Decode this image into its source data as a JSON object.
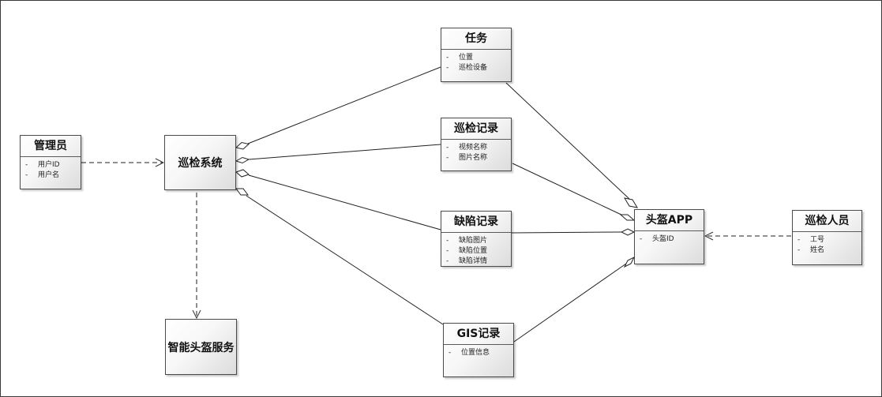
{
  "classes": {
    "admin": {
      "title": "管理员",
      "attrs": [
        "用户ID",
        "用户名"
      ]
    },
    "task": {
      "title": "任务",
      "attrs": [
        "位置",
        "巡检设备"
      ]
    },
    "inspection_record": {
      "title": "巡检记录",
      "attrs": [
        "视频名称",
        "图片名称"
      ]
    },
    "defect_record": {
      "title": "缺陷记录",
      "attrs": [
        "缺陷图片",
        "缺陷位置",
        "缺陷详情"
      ]
    },
    "gis_record": {
      "title": "GIS记录",
      "attrs": [
        "位置信息"
      ]
    },
    "helmet_app": {
      "title": "头盔APP",
      "attrs": [
        "头盔ID"
      ]
    },
    "inspector": {
      "title": "巡检人员",
      "attrs": [
        "工号",
        "姓名"
      ]
    }
  },
  "blocks": {
    "inspection_system": "巡检系统",
    "smart_helmet_service": "智能头盔服务"
  },
  "attr_marker": "-"
}
